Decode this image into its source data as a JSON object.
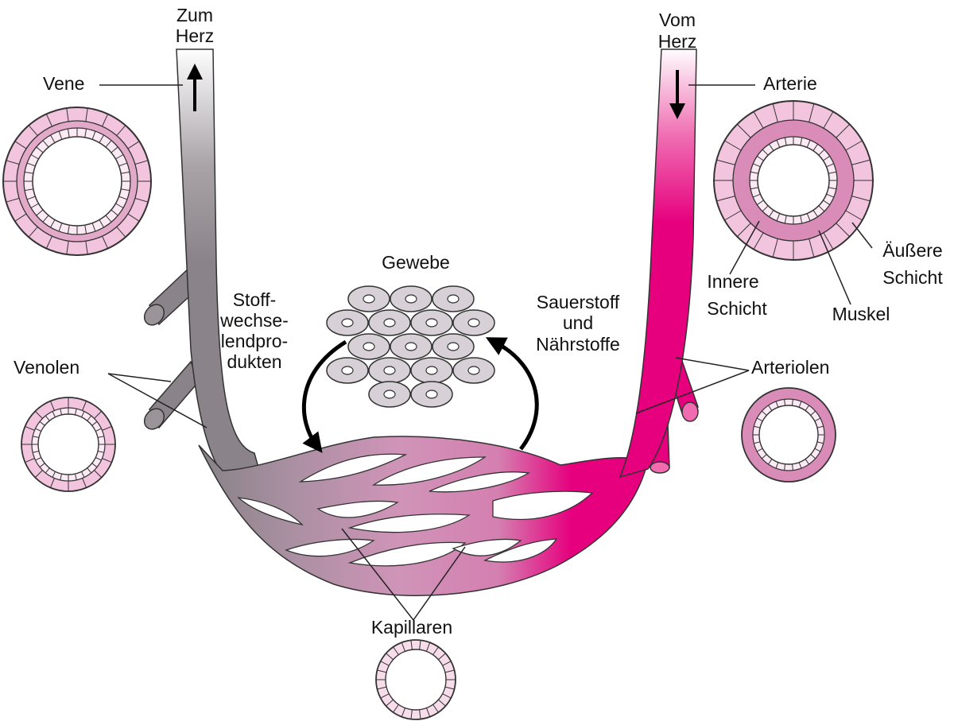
{
  "labels": {
    "to_heart_1": "Zum",
    "to_heart_2": "Herz",
    "from_heart_1": "Vom",
    "from_heart_2": "Herz",
    "vein": "Vene",
    "artery": "Arterie",
    "venules": "Venolen",
    "arterioles": "Arteriolen",
    "tissue": "Gewebe",
    "waste_1": "Stoff-",
    "waste_2": "wechse-",
    "waste_3": "lendpro-",
    "waste_4": "dukten",
    "oxygen_1": "Sauerstoff",
    "oxygen_2": "und",
    "oxygen_3": "Nährstoffe",
    "capillaries": "Kapillaren",
    "inner_1": "Innere",
    "inner_2": "Schicht",
    "outer_1": "Äußere",
    "outer_2": "Schicht",
    "muscle": "Muskel"
  },
  "colors": {
    "venous": "#8a8389",
    "arterial": "#e6007e",
    "capillary": "#cf8fb4",
    "tissue_cell": "#d7d0d6",
    "wall_pink": "#f2c4de"
  }
}
